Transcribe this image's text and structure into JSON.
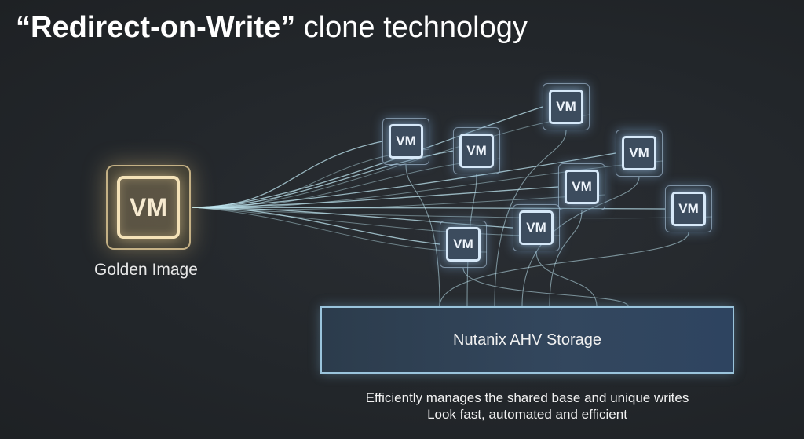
{
  "title": {
    "bold": "“Redirect-on-Write”",
    "rest": " clone technology"
  },
  "golden_image": {
    "vm_label": "VM",
    "label": "Golden Image"
  },
  "clones": [
    "VM",
    "VM",
    "VM",
    "VM",
    "VM",
    "VM",
    "VM",
    "VM"
  ],
  "storage": {
    "label": "Nutanix AHV Storage"
  },
  "captions": [
    "Efficiently manages the shared base and unique writes",
    "Look fast, automated and efficient"
  ],
  "colors": {
    "background": "#22262a",
    "golden": "#f4e2b8",
    "clone": "#d6e8f8",
    "line": "#bfe6f0",
    "storage": "#33475e"
  }
}
